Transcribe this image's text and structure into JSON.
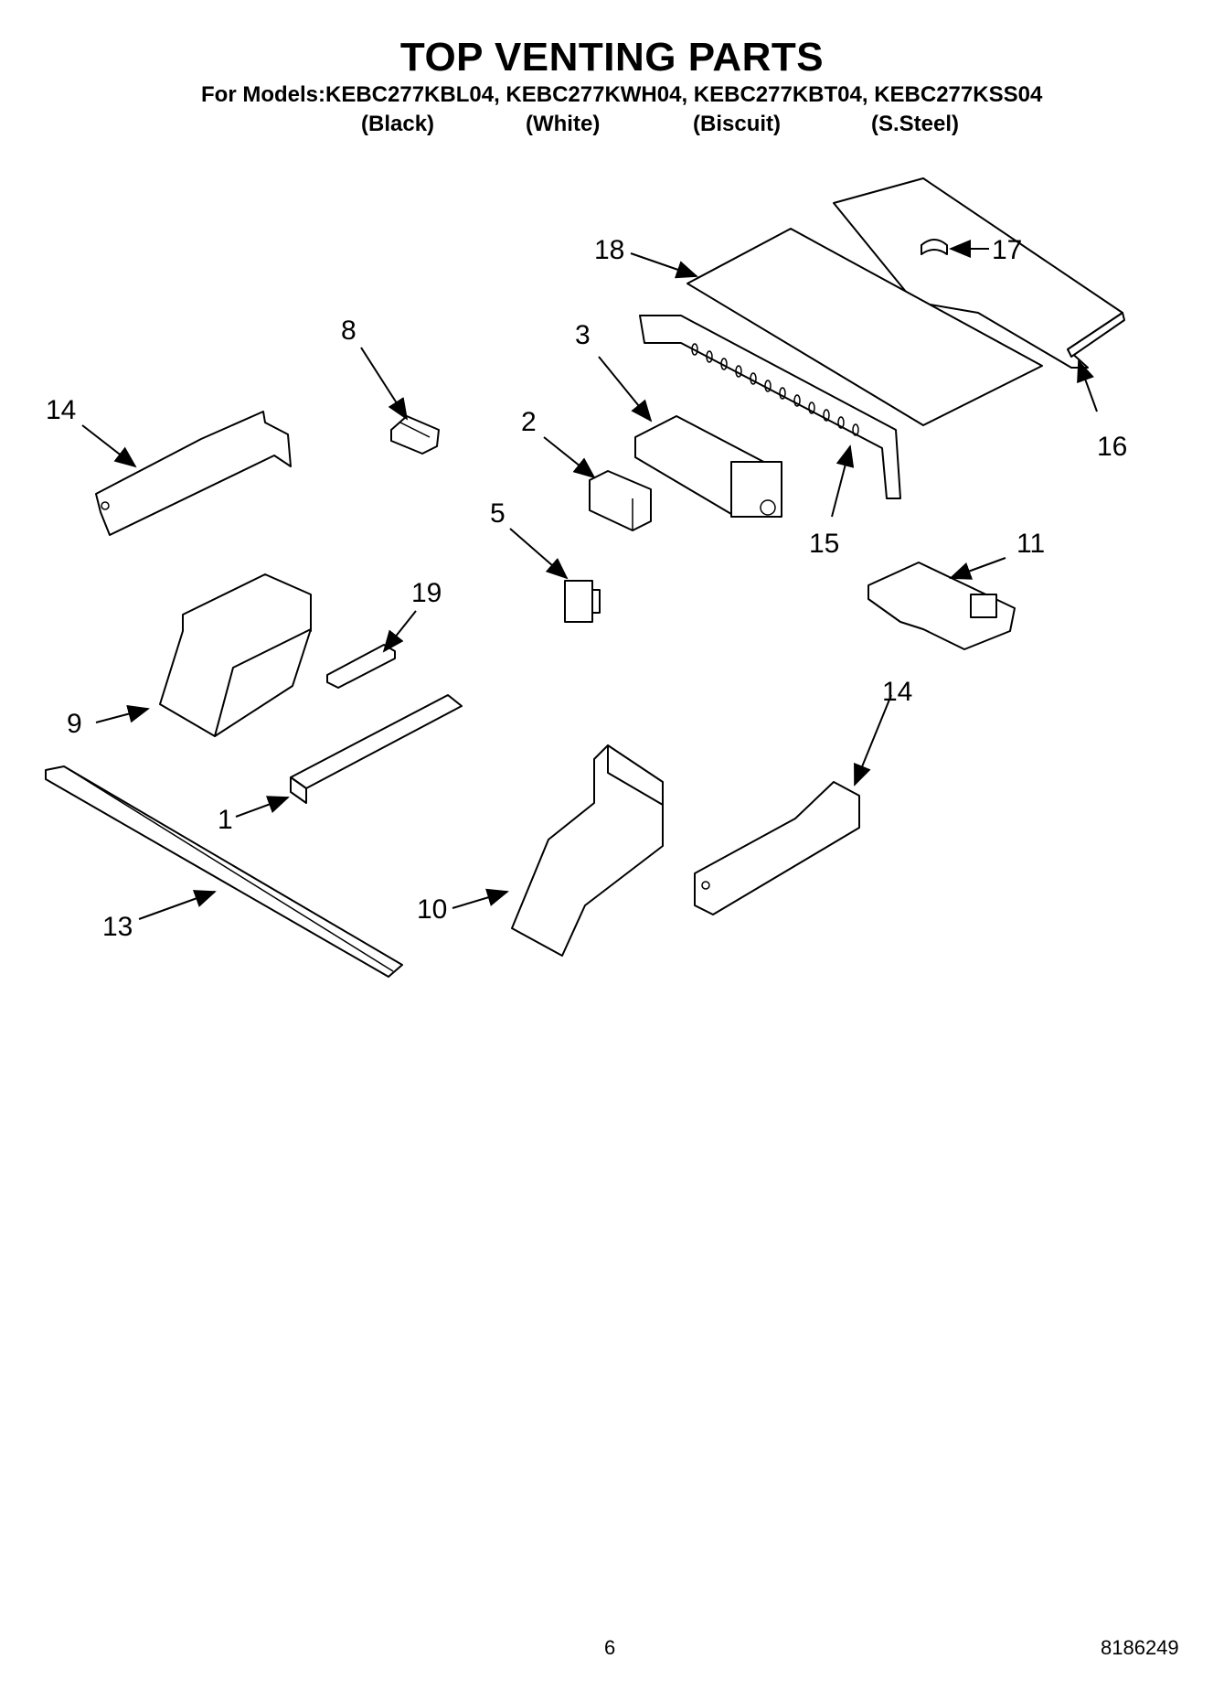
{
  "header": {
    "title": "TOP VENTING PARTS",
    "models_line": "For Models:KEBC277KBL04, KEBC277KWH04, KEBC277KBT04, KEBC277KSS04",
    "variants": [
      "(Black)",
      "(White)",
      "(Biscuit)",
      "(S.Steel)"
    ]
  },
  "callouts": [
    "18",
    "17",
    "8",
    "3",
    "14",
    "2",
    "16",
    "15",
    "5",
    "11",
    "19",
    "9",
    "14",
    "1",
    "13",
    "10"
  ],
  "footer": {
    "page_number": "6",
    "doc_number": "8186249"
  }
}
